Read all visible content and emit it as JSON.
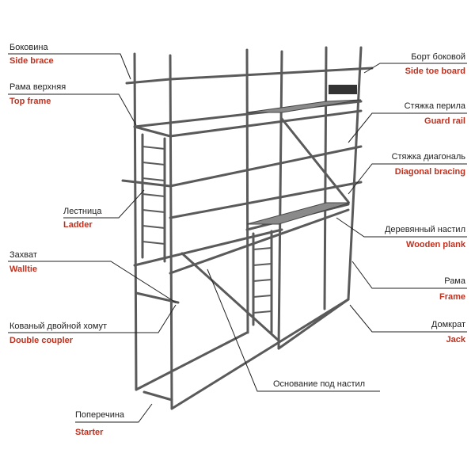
{
  "labels": {
    "side_brace": {
      "ru": "Боковина",
      "en": "Side brace"
    },
    "top_frame": {
      "ru": "Рама верхняя",
      "en": "Top frame"
    },
    "ladder": {
      "ru": "Лестница",
      "en": "Ladder"
    },
    "walltie": {
      "ru": "Захват",
      "en": "Walltie"
    },
    "double_coupler": {
      "ru": "Кованый двойной хомут",
      "en": "Double coupler"
    },
    "starter": {
      "ru": "Поперечина",
      "en": "Starter"
    },
    "side_toe_board": {
      "ru": "Борт боковой",
      "en": "Side toe board"
    },
    "guard_rail": {
      "ru": "Стяжка перила",
      "en": "Guard rail"
    },
    "diagonal_bracing": {
      "ru": "Стяжка диагональ",
      "en": "Diagonal bracing"
    },
    "wooden_plank": {
      "ru": "Деревянный настил",
      "en": "Wooden plank"
    },
    "frame": {
      "ru": "Рама",
      "en": "Frame"
    },
    "jack": {
      "ru": "Домкрат",
      "en": "Jack"
    },
    "plank_base": {
      "ru": "Основание под настил"
    }
  },
  "colors": {
    "english_label": "#c0301e",
    "pipe": "#555555",
    "leader": "#222222"
  }
}
